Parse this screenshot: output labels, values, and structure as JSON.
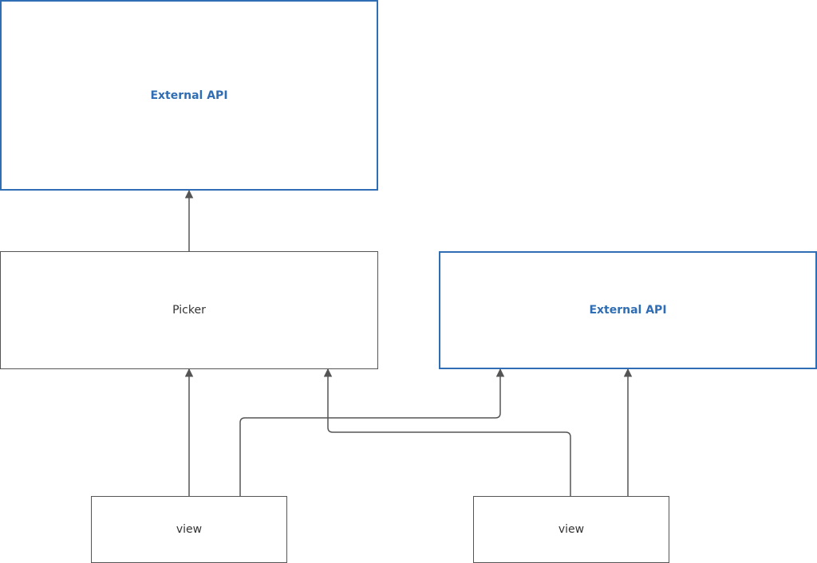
{
  "nodes": {
    "external_api_top": {
      "label": "External API"
    },
    "picker": {
      "label": "Picker"
    },
    "external_api_right": {
      "label": "External API"
    },
    "view_left": {
      "label": "view"
    },
    "view_right": {
      "label": "view"
    }
  },
  "colors": {
    "api_border": "#2f6db5",
    "api_text": "#2f6db5",
    "plain_border": "#555555",
    "connector": "#555555"
  }
}
